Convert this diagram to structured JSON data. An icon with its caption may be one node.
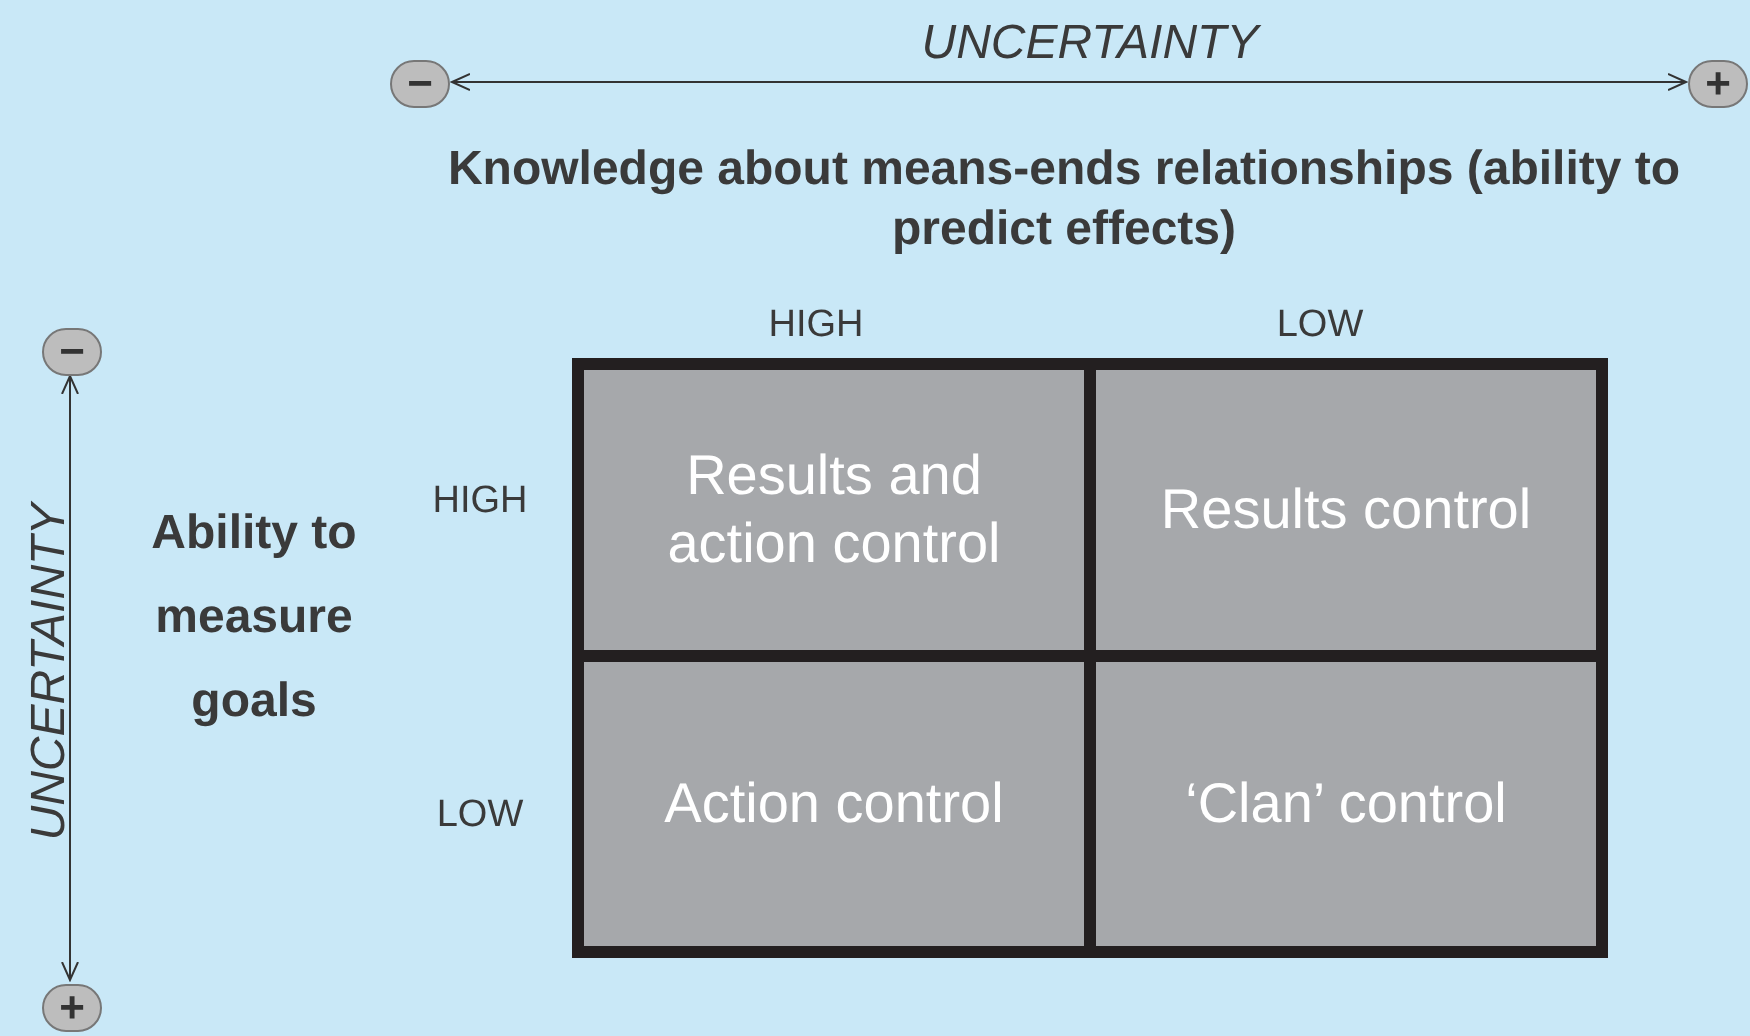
{
  "diagram": {
    "nodes": [
      {
        "text": [
          "Results and action control"
        ]
      },
      {
        "text": [
          "Results control"
        ]
      },
      {
        "text": [
          "Action control"
        ]
      },
      {
        "text": [
          "‘Clan’ control"
        ]
      }
    ],
    "labels": [
      "−",
      "UNCERTAINTY",
      "+",
      "Knowledge about means-ends relationships (ability to predict effects)",
      "HIGH",
      "LOW",
      "−",
      "UNCERTAINTY",
      "Ability to measure goals",
      "HIGH",
      "LOW",
      "+"
    ]
  }
}
